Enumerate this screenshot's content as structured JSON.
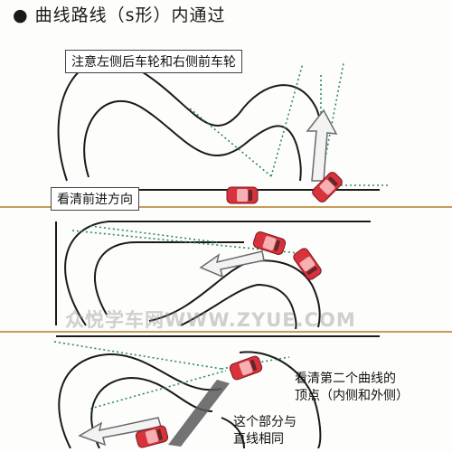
{
  "title": "● 曲线路线（s形）内通过",
  "panel1": {
    "callout_top": "注意左侧后车轮和右侧前车轮",
    "callout_bottom": "看清前进方向"
  },
  "panel3": {
    "note_line1": "看清第二个曲线的",
    "note_line2": "顶点（内侧和外侧）",
    "note2_line1": "这个部分与",
    "note2_line2": "直线相同"
  },
  "watermark": "众悦学车网WWW.ZYUE.COM",
  "colors": {
    "road_line": "#1a1a1a",
    "separator": "#c89a5a",
    "guide_dots": "#2e8b57",
    "car_red": "#d8323c",
    "arrow_fill": "#f3f3f3",
    "straight_segment": "#5a5a5a"
  }
}
